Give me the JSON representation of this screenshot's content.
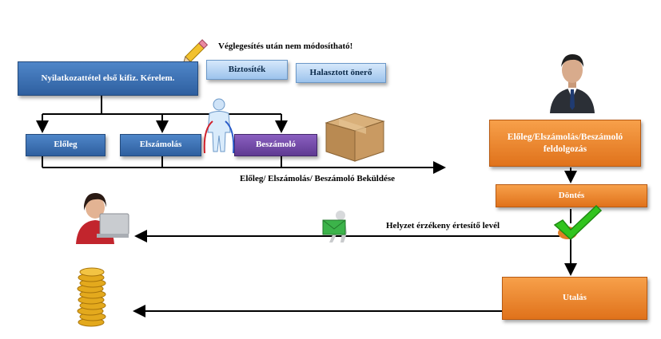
{
  "notes": {
    "warning": "Véglegesítés után nem módosítható!",
    "submission": "Előleg/ Elszámolás/ Beszámoló Beküldése",
    "notification": "Helyzet érzékeny értesítő levél"
  },
  "boxes": {
    "request": "Nyilatkozattétel első kifiz. Kérelem.",
    "guarantee": "Biztosíték",
    "deferred_own_share": "Halasztott önerő",
    "advance": "Előleg",
    "settlement": "Elszámolás",
    "report": "Beszámoló",
    "processing": "Előleg/Elszámolás/Beszámoló feldolgozás",
    "decision": "Döntés",
    "transfer": "Utalás"
  },
  "colors": {
    "blue": "#3a6fb3",
    "light_blue": "#b7d4f3",
    "purple": "#6f48a6",
    "orange": "#ee8a2e",
    "check": "#31c41e"
  }
}
